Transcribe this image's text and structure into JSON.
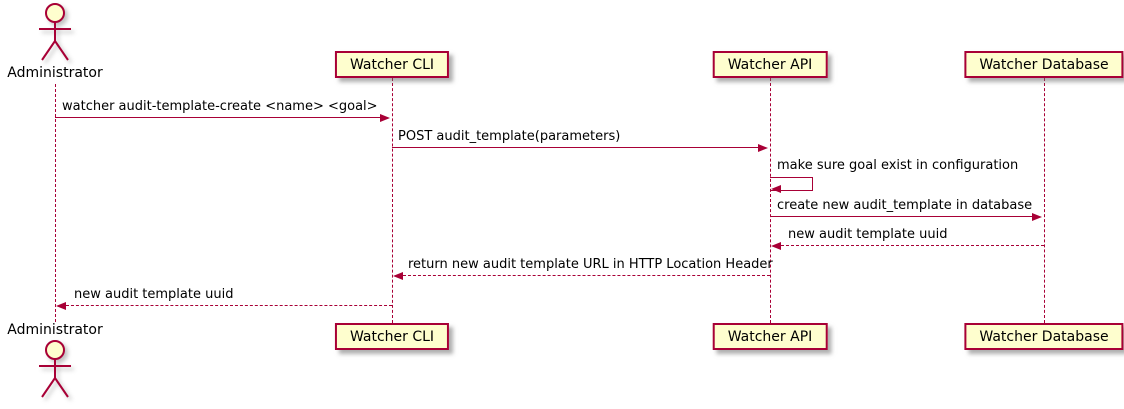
{
  "colors": {
    "border": "#A80036",
    "participant_fill": "#FEFECE",
    "line": "#A80036",
    "text": "#000000",
    "background": "#FFFFFF"
  },
  "actor": {
    "label": "Administrator"
  },
  "participants": [
    {
      "label": "Watcher CLI"
    },
    {
      "label": "Watcher API"
    },
    {
      "label": "Watcher Database"
    }
  ],
  "messages": [
    {
      "from": "Administrator",
      "to": "Watcher CLI",
      "label": "watcher audit-template-create <name> <goal>",
      "line": "solid",
      "direction": "right"
    },
    {
      "from": "Watcher CLI",
      "to": "Watcher API",
      "label": "POST audit_template(parameters)",
      "line": "solid",
      "direction": "right"
    },
    {
      "from": "Watcher API",
      "to": "Watcher API",
      "label": "make sure goal exist in configuration",
      "line": "solid",
      "direction": "self"
    },
    {
      "from": "Watcher API",
      "to": "Watcher Database",
      "label": "create new audit_template in database",
      "line": "solid",
      "direction": "right"
    },
    {
      "from": "Watcher Database",
      "to": "Watcher API",
      "label": "new audit template uuid",
      "line": "dashed",
      "direction": "left"
    },
    {
      "from": "Watcher API",
      "to": "Watcher CLI",
      "label": "return new audit template URL in HTTP Location Header",
      "line": "dashed",
      "direction": "left"
    },
    {
      "from": "Watcher CLI",
      "to": "Administrator",
      "label": "new audit template uuid",
      "line": "dashed",
      "direction": "left"
    }
  ]
}
